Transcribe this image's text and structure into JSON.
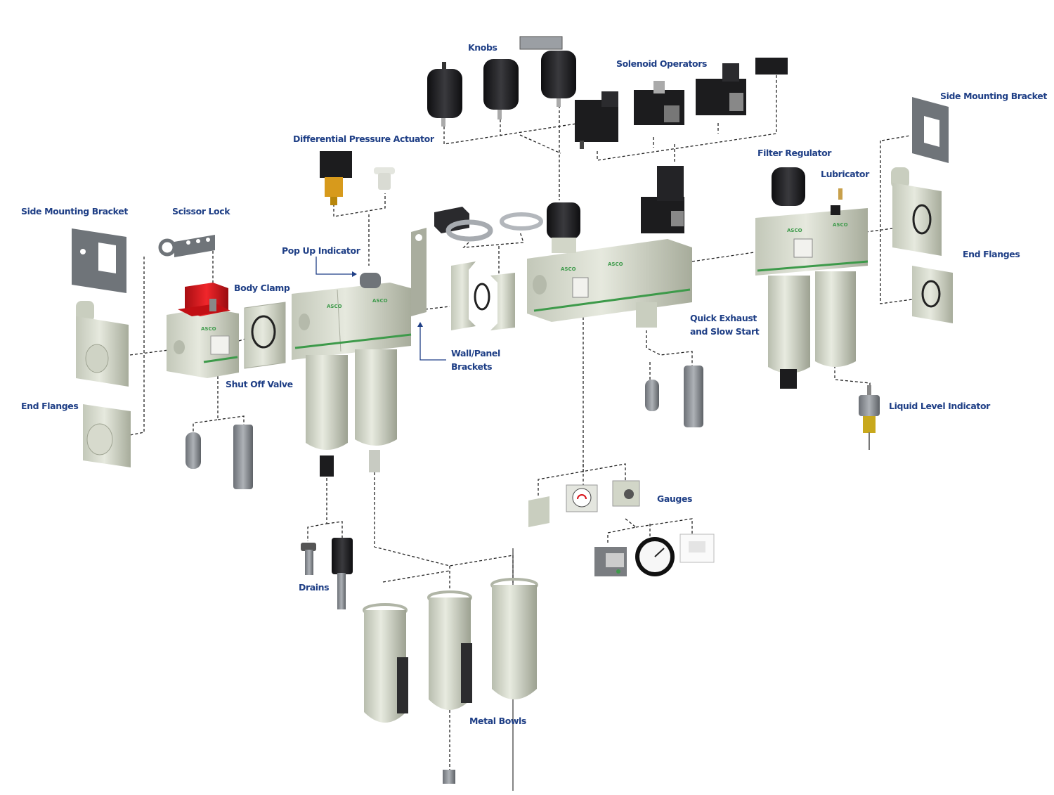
{
  "labels": {
    "knobs": "Knobs",
    "solenoid_operators": "Solenoid Operators",
    "side_mounting_bracket_right": "Side Mounting Bracket",
    "differential_pressure_actuator": "Differential Pressure Actuator",
    "filter_regulator": "Filter Regulator",
    "lubricator": "Lubricator",
    "side_mounting_bracket_left": "Side Mounting Bracket",
    "scissor_lock": "Scissor Lock",
    "pop_up_indicator": "Pop Up Indicator",
    "end_flanges_right": "End Flanges",
    "body_clamp": "Body Clamp",
    "quick_exhaust_line1": "Quick Exhaust",
    "quick_exhaust_line2": "and Slow Start",
    "wall_panel_line1": "Wall/Panel",
    "wall_panel_line2": "Brackets",
    "shut_off_valve": "Shut Off Valve",
    "end_flanges_left": "End Flanges",
    "liquid_level_indicator": "Liquid Level Indicator",
    "gauges": "Gauges",
    "drains": "Drains",
    "metal_bowls": "Metal Bowls"
  },
  "brand_mark": "ASCO",
  "colors": {
    "label_text": "#1f3f86",
    "body_light": "#dfe3d6",
    "body_mid": "#c9cebf",
    "body_dark": "#9ea392",
    "accent_green": "#3d9a4a",
    "knob_black": "#1c1c1e",
    "lock_red": "#d8151b",
    "bracket_grey": "#6f7479",
    "leader_line": "#222222"
  },
  "icons": [
    "knob-icon",
    "solenoid-icon",
    "gauge-icon",
    "drain-icon",
    "bowl-icon",
    "bracket-icon",
    "flange-icon",
    "valve-icon"
  ]
}
